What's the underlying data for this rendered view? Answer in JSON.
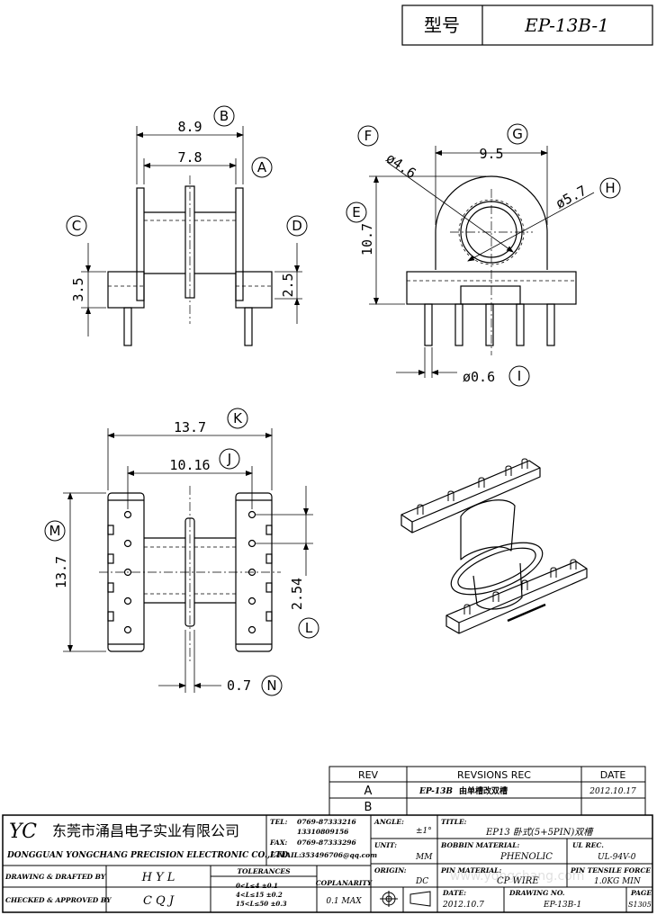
{
  "header": {
    "model_label": "型号",
    "model_value": "EP-13B-1"
  },
  "views": {
    "front": {
      "dim_b": "8.9",
      "dim_a": "7.8",
      "dim_c": "3.5",
      "dim_d": "2.5"
    },
    "side": {
      "dim_g": "9.5",
      "dim_f": "ø4.6",
      "dim_h": "ø5.7",
      "dim_e": "10.7",
      "dim_i": "ø0.6"
    },
    "top": {
      "dim_k": "13.7",
      "dim_j": "10.16",
      "dim_m": "13.7",
      "dim_l": "2.54",
      "dim_n": "0.7"
    },
    "callouts": [
      "A",
      "B",
      "C",
      "D",
      "E",
      "F",
      "G",
      "H",
      "I",
      "J",
      "K",
      "L",
      "M",
      "N"
    ]
  },
  "revision": {
    "headers": [
      "REV",
      "REVSIONS REC",
      "DATE"
    ],
    "rows": [
      {
        "rev": "A",
        "desc_code": "EP-13B",
        "desc_cn": "由单槽改双槽",
        "date": "2012.10.17"
      },
      {
        "rev": "B",
        "desc_code": "",
        "desc_cn": "",
        "date": ""
      }
    ]
  },
  "title_block": {
    "logo": "YC",
    "company_cn": "东莞市涌昌电子实业有限公司",
    "company_en": "DONGGUAN YONGCHANG PRECISION ELECTRONIC CO.,LTD",
    "tel_label": "TEL:",
    "tel_value_1": "0769-87333216",
    "tel_value_2": "13310809156",
    "fax_label": "FAX:",
    "fax_value": "0769-87333296",
    "email_label": "E-MAIL:",
    "email_value": "353496706@qq.com",
    "angle_label": "ANGLE:",
    "angle_value": "±1°",
    "title_label": "TITLE:",
    "title_value": "EP13 卧式(5+5PIN)双槽",
    "unit_label": "UNIT:",
    "unit_value": "MM",
    "bobbin_label": "BOBBIN MATERIAL:",
    "bobbin_value": "PHENOLIC",
    "ul_label": "UL REC.",
    "ul_value": "UL-94V-0",
    "origin_label": "ORIGIN:",
    "origin_value": "DC",
    "pin_label": "PIN MATERIAL:",
    "pin_value": "CP WIRE",
    "tensile_label": "PIN TENSILE FORCE",
    "tensile_value": "1.0KG MIN",
    "drawn_label": "DRAWING & DRAFTED BY",
    "drawn_value": "H Y L",
    "checked_label": "CHECKED & APPROVED BY",
    "checked_value": "C Q J",
    "tol_label": "TOLERANCES",
    "tol_lines": [
      "0<L≤4   ±0.1",
      "4<L≤15  ±0.2",
      "15<L≤50  ±0.3"
    ],
    "coplan_label": "COPLANARITY",
    "coplan_value": "0.1 MAX",
    "date_label": "DATE:",
    "date_value": "2012.10.7",
    "drawing_no_label": "DRAWING NO.",
    "drawing_no_value": "EP-13B-1",
    "page_label": "PAGE",
    "page_value": "S1305",
    "watermark": "www.yongchang.com"
  }
}
